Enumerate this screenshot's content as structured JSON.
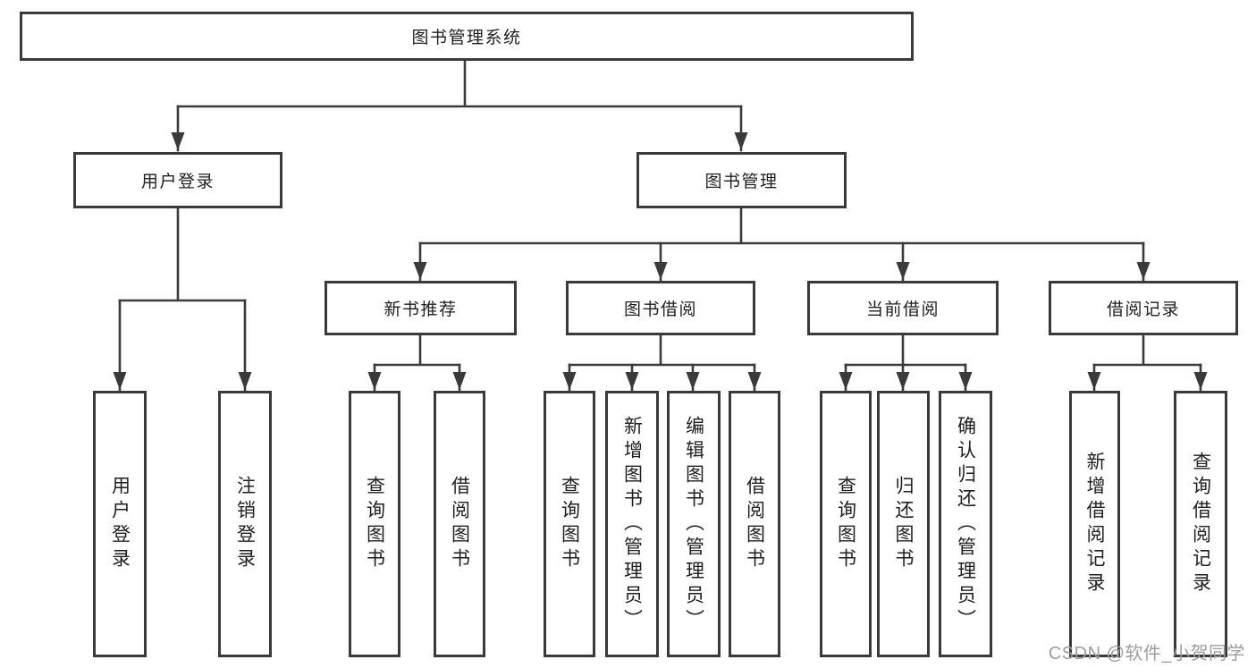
{
  "tree": {
    "label": "图书管理系统",
    "children": [
      {
        "label": "用户登录",
        "children": [
          {
            "label": "用户登录"
          },
          {
            "label": "注销登录"
          }
        ]
      },
      {
        "label": "图书管理",
        "children": [
          {
            "label": "新书推荐",
            "children": [
              {
                "label": "查询图书"
              },
              {
                "label": "借阅图书"
              }
            ]
          },
          {
            "label": "图书借阅",
            "children": [
              {
                "label": "查询图书"
              },
              {
                "label": "新增图书（管理员）"
              },
              {
                "label": "编辑图书（管理员）"
              },
              {
                "label": "借阅图书"
              }
            ]
          },
          {
            "label": "当前借阅",
            "children": [
              {
                "label": "查询图书"
              },
              {
                "label": "归还图书"
              },
              {
                "label": "确认归还（管理员）"
              }
            ]
          },
          {
            "label": "借阅记录",
            "children": [
              {
                "label": "新增借阅记录"
              },
              {
                "label": "查询借阅记录"
              }
            ]
          }
        ]
      }
    ]
  },
  "watermark": "CSDN @软件_小贺同学",
  "colors": {
    "line": "#3a3a3a",
    "box_border": "#3a3a3a",
    "text": "#1f1f1f",
    "watermark": "#9e9e9e",
    "background": "#ffffff"
  }
}
